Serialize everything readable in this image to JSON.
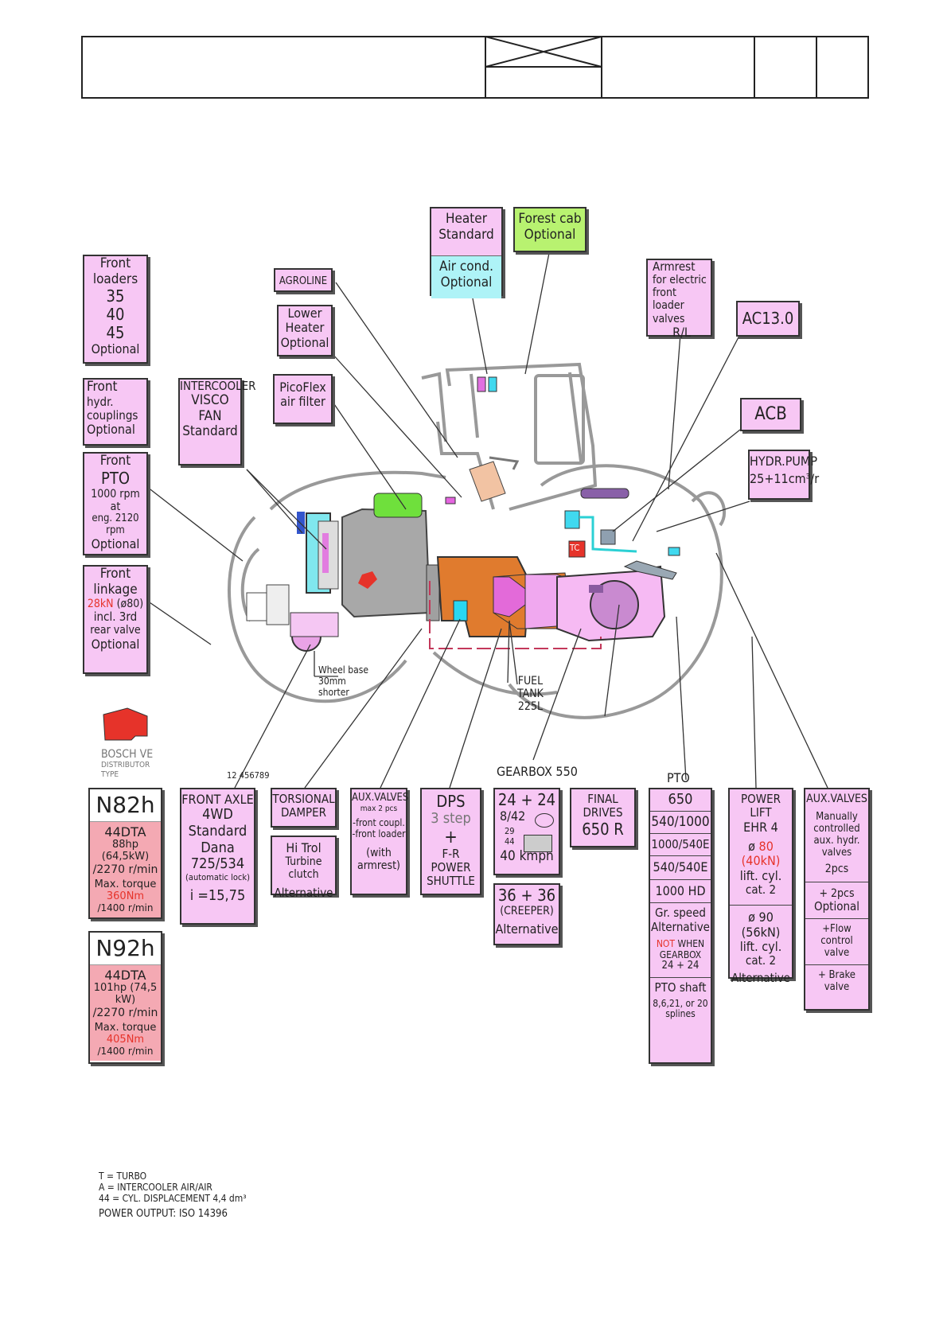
{
  "front_loaders": {
    "l1": "Front",
    "l2": "loaders",
    "l3": "35",
    "l4": "40",
    "l5": "45",
    "l6": "Optional"
  },
  "front_hydr": {
    "l1": "Front",
    "l2": "hydr.",
    "l3": "couplings",
    "l4": "Optional"
  },
  "front_pto": {
    "l1": "Front",
    "l2": "PTO",
    "l3": "1000 rpm at",
    "l4": "eng. 2120 rpm",
    "l5": "Optional"
  },
  "front_linkage": {
    "l1": "Front",
    "l2": "linkage",
    "l3a": "28kN",
    "l3b": "(ø80)",
    "l4": "incl. 3rd",
    "l5": "rear valve",
    "l6": "Optional"
  },
  "intercooler": {
    "l1": "INTERCOOLER",
    "l2": "VISCO",
    "l3": "FAN",
    "l4": "Standard"
  },
  "agroline": {
    "l1": "AGROLINE"
  },
  "lower_heater": {
    "l1": "Lower",
    "l2": "Heater",
    "l3": "Optional"
  },
  "picoflex": {
    "l1": "PicoFlex",
    "l2": "air filter"
  },
  "heater": {
    "l1": "Heater",
    "l2": "Standard",
    "l3": "Air cond.",
    "l4": "Optional"
  },
  "forest_cab": {
    "l1": "Forest cab",
    "l2": "Optional"
  },
  "armrest": {
    "l1": "Armrest",
    "l2": "for electric",
    "l3": "front loader",
    "l4": "valves",
    "l5": "R/L"
  },
  "ac130": {
    "l1": "AC13.0"
  },
  "acb": {
    "l1": "ACB"
  },
  "hydr_pump": {
    "l1": "HYDR.PUMP",
    "l2": "25+11cm³/r"
  },
  "diagram_labels": {
    "wheel_base": "Wheel base",
    "wheel_base2": "30mm",
    "wheel_base3": "shorter",
    "fuel1": "FUEL",
    "fuel2": "TANK",
    "fuel3": "225L",
    "tc": "TC",
    "bosch1": "BOSCH VE",
    "bosch2": "DISTRIBUTOR",
    "bosch3": "TYPE",
    "code": "12  456789",
    "gearbox": "GEARBOX 550",
    "pto": "PTO"
  },
  "engine_n82": {
    "title": "N82h",
    "l1": "44DTA",
    "l2": "88hp (64,5kW)",
    "l3": "/2270 r/min",
    "l4": "Max. torque",
    "l5": "360Nm",
    "l6": "/1400 r/min"
  },
  "engine_n92": {
    "title": "N92h",
    "l1": "44DTA",
    "l2": "101hp (74,5 kW)",
    "l3": "/2270 r/min",
    "l4": "Max. torque",
    "l5": "405Nm",
    "l6": "/1400 r/min"
  },
  "front_axle": {
    "l1": "FRONT AXLE",
    "l2": "4WD",
    "l3": "Standard",
    "l4": "Dana",
    "l5": "725/534",
    "l6": "(automatic lock)",
    "l7": "i =15,75"
  },
  "torsional": {
    "l1": "TORSIONAL",
    "l2": "DAMPER"
  },
  "hitrol": {
    "l1": "Hi Trol",
    "l2": "Turbine clutch",
    "l3": "Alternative"
  },
  "aux_valves_front": {
    "l1": "AUX.VALVES",
    "l2": "max 2 pcs",
    "l3": "-front coupl.",
    "l4": "-front loader",
    "l5": "(with",
    "l6": "armrest)"
  },
  "dps": {
    "l1": "DPS",
    "l2": "3 step",
    "l3": "+",
    "l4": "F-R",
    "l5": "POWER",
    "l6": "SHUTTLE"
  },
  "gearbox": {
    "l1": "24 + 24",
    "l2": "8/42",
    "l3a": "29",
    "l3b": "44",
    "l4": "40 kmph"
  },
  "creeper": {
    "l1": "36 + 36",
    "l2": "(CREEPER)",
    "l3": "Alternative"
  },
  "final_drives": {
    "l1": "FINAL DRIVES",
    "l2": "650 R"
  },
  "pto_box": {
    "l1": "650",
    "l2": "540/1000",
    "l3": "1000/540E",
    "l4": "540/540E",
    "l5": "1000 HD",
    "l6": "Gr. speed",
    "l7": "Alternative",
    "l8a": "NOT",
    "l8b": " WHEN",
    "l9": "GEARBOX",
    "l10": "24 + 24",
    "l11": "PTO shaft",
    "l12": "8,6,21, or 20",
    "l13": "splines"
  },
  "power_lift": {
    "l1": "POWER LIFT",
    "l2": "EHR 4",
    "l3a": "ø ",
    "l3b": "80 (40kN)",
    "l4": "lift. cyl.",
    "l5": "cat. 2",
    "l6": "ø 90 (56kN)",
    "l7": "lift. cyl.",
    "l8": "cat. 2",
    "l9": "Alternative"
  },
  "aux_valves_rear": {
    "l1": "AUX.VALVES",
    "l2": "Manually",
    "l3": "controlled",
    "l4": "aux. hydr.",
    "l5": "valves",
    "l6": "2pcs",
    "l7": "+ 2pcs",
    "l8": "Optional",
    "l9": "+Flow control",
    "l10": "valve",
    "l11": "+ Brake valve"
  },
  "legend": {
    "l1": "T = TURBO",
    "l2": "A = INTERCOOLER AIR/AIR",
    "l3": "44 = CYL. DISPLACEMENT 4,4 dm³",
    "l4": "POWER OUTPUT: ISO 14396"
  },
  "colors": {
    "box": "#f7c7f4",
    "engine": "#f4a9b3",
    "heater_cyan": "#aef3f7",
    "forest_green": "#b8f270",
    "transmission": "#e07b2e",
    "engine_gray": "#a8a8a8"
  }
}
